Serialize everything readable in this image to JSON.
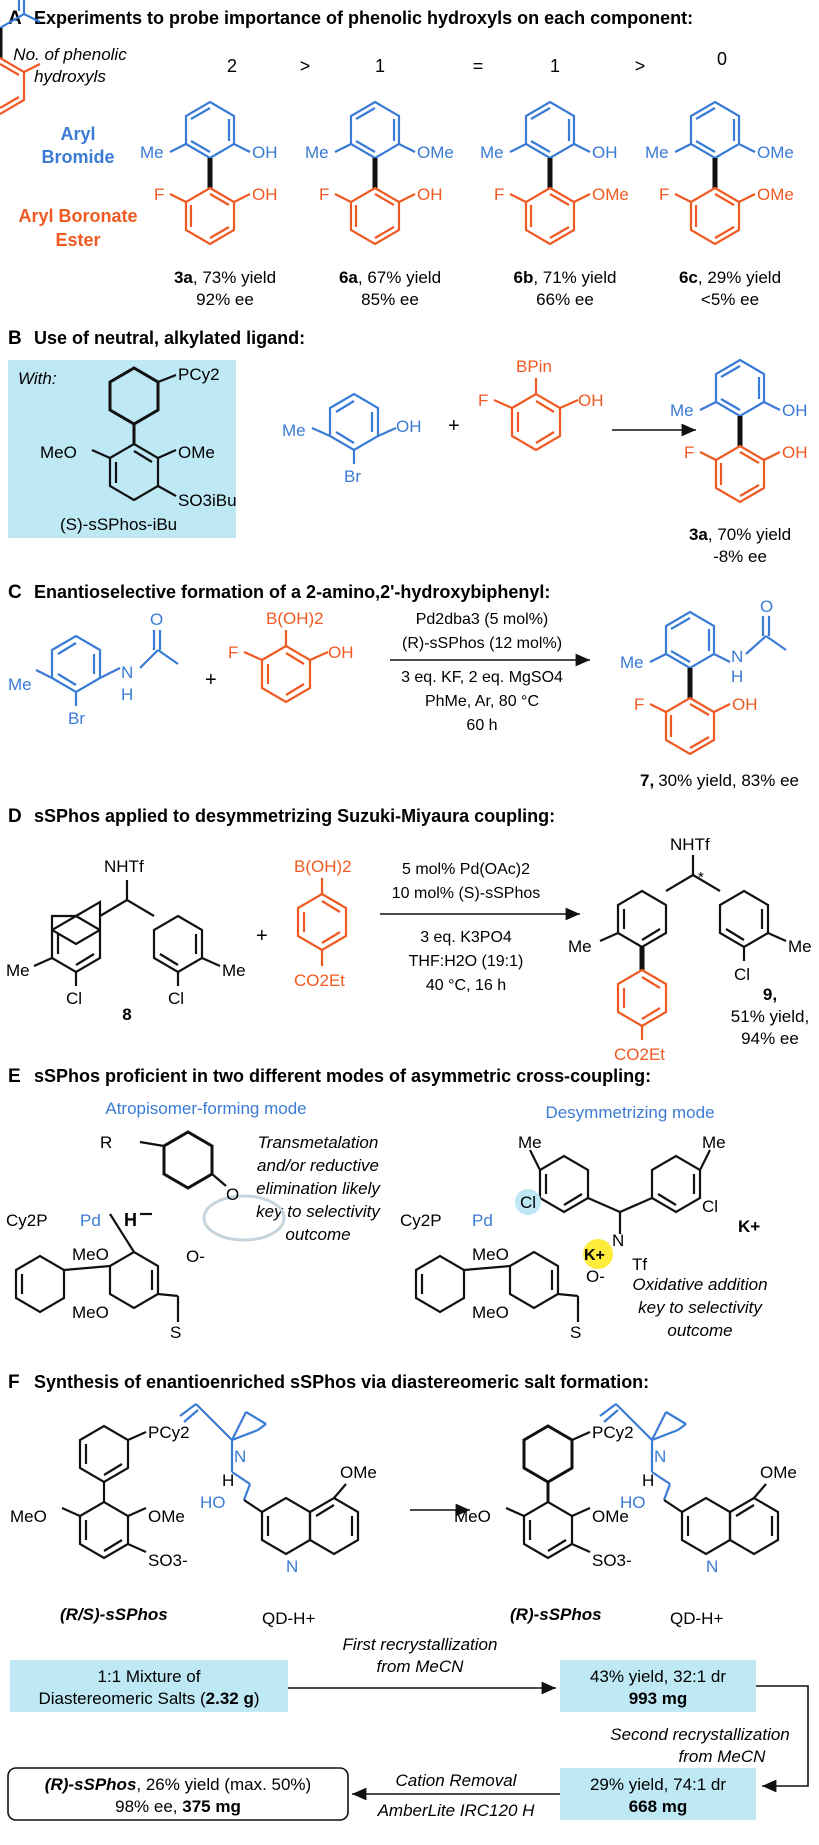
{
  "colors": {
    "blue": "#3a7bd5",
    "orange": "#f05a22",
    "box": "#bde8f4",
    "black": "#111111"
  },
  "panelA": {
    "letter": "A",
    "title": "Experiments to probe importance of phenolic hydroxyls on each component:",
    "row_label_1": "No. of phenolic",
    "row_label_2": "hydroxyls",
    "counts": [
      "2",
      ">",
      "1",
      "=",
      "1",
      ">",
      "0"
    ],
    "side_blue_1": "Aryl",
    "side_blue_2": "Bromide",
    "side_orange_1": "Aryl Boronate",
    "side_orange_2": "Ester",
    "compounds": [
      {
        "id": "3a",
        "yield": ", 73% yield",
        "ee": "92% ee",
        "top_sub": "OH",
        "bot_sub": "OH"
      },
      {
        "id": "6a",
        "yield": ", 67% yield",
        "ee": "85% ee",
        "top_sub": "OMe",
        "bot_sub": "OH"
      },
      {
        "id": "6b",
        "yield": ", 71% yield",
        "ee": "66% ee",
        "top_sub": "OH",
        "bot_sub": "OMe"
      },
      {
        "id": "6c",
        "yield": ", 29% yield",
        "ee": "<5% ee",
        "top_sub": "OMe",
        "bot_sub": "OMe"
      }
    ],
    "me": "Me",
    "f": "F"
  },
  "panelB": {
    "letter": "B",
    "title": "Use of neutral, alkylated ligand:",
    "with": "With:",
    "pcy2": "PCy2",
    "meo": "MeO",
    "ome": "OMe",
    "so3": "SO3iBu",
    "ligand_name": "(S)-sSPhos-iBu",
    "me": "Me",
    "br": "Br",
    "oh": "OH",
    "plus": "+",
    "bpin": "BPin",
    "f": "F",
    "product_id": "3a",
    "product_yield": ", 70% yield",
    "product_ee": "-8% ee"
  },
  "panelC": {
    "letter": "C",
    "title": "Enantioselective formation of a 2-amino,2'-hydroxybiphenyl:",
    "me": "Me",
    "br": "Br",
    "nh": "N",
    "h": "H",
    "o": "O",
    "plus": "+",
    "boh2": "B(OH)2",
    "f": "F",
    "oh": "OH",
    "cond1": "Pd2dba3 (5 mol%)",
    "cond2": "(R)-sSPhos (12 mol%)",
    "cond3": "3 eq. KF, 2 eq. MgSO4",
    "cond4": "PhMe, Ar, 80 °C",
    "cond5": "60 h",
    "product_id": "7,",
    "product_text": "30% yield, 83% ee"
  },
  "panelD": {
    "letter": "D",
    "title": "sSPhos applied to desymmetrizing Suzuki-Miyaura coupling:",
    "nhtf": "NHTf",
    "me": "Me",
    "cl": "Cl",
    "sm_id": "8",
    "plus": "+",
    "boh2": "B(OH)2",
    "co2et": "CO2Et",
    "cond1": "5 mol% Pd(OAc)2",
    "cond2": "10 mol% (S)-sSPhos",
    "cond3": "3 eq. K3PO4",
    "cond4": "THF:H2O (19:1)",
    "cond5": "40 °C, 16 h",
    "star": "*",
    "product_id": "9,",
    "product_yield": "51% yield,",
    "product_ee": "94% ee"
  },
  "panelE": {
    "letter": "E",
    "title": "sSPhos proficient in two different modes of asymmetric cross-coupling:",
    "mode1": "Atropisomer-forming mode",
    "mode2": "Desymmetrizing mode",
    "note1": [
      "Transmetalation",
      "and/or reductive",
      "elimination likely",
      "key to selectivity",
      "outcome"
    ],
    "note2": [
      "Oxidative addition",
      "key to selectivity",
      "outcome"
    ],
    "r": "R",
    "cy2p": "Cy2P",
    "pd": "Pd",
    "h": "H",
    "o": "O",
    "meo": "MeO",
    "s": "S",
    "me": "Me",
    "cl": "Cl",
    "n": "N",
    "tf": "Tf",
    "k": "K+",
    "o_minus": "O-"
  },
  "panelF": {
    "letter": "F",
    "title": "Synthesis of enantioenriched sSPhos via diastereomeric salt formation:",
    "pcy2": "PCy2",
    "meo": "MeO",
    "ome": "OMe",
    "so3": "SO3-",
    "ho": "HO",
    "n": "N",
    "h": "H",
    "left_name": "(R/S)-sSPhos",
    "left_qd": "QD-H+",
    "right_name": "(R)-sSPhos",
    "right_qd": "QD-H+",
    "box1_line1": "1:1 Mixture of",
    "box1_line2": "Diastereomeric Salts (",
    "box1_bold": "2.32 g",
    "box1_end": ")",
    "step1_a": "First recrystallization",
    "step1_b": "from MeCN",
    "box2_line1": "43% yield, 32:1 dr",
    "box2_bold": "993 mg",
    "step2_a": "Second recrystallization",
    "step2_b": "from MeCN",
    "box3_line1": "29% yield, 74:1 dr",
    "box3_bold": "668 mg",
    "step3_a": "Cation Removal",
    "step3_b": "AmberLite IRC120 H",
    "final_name": "(R)-sSPhos",
    "final_line1": ", 26% yield (max. 50%)",
    "final_line2": "98% ee, ",
    "final_bold": "375 mg"
  }
}
